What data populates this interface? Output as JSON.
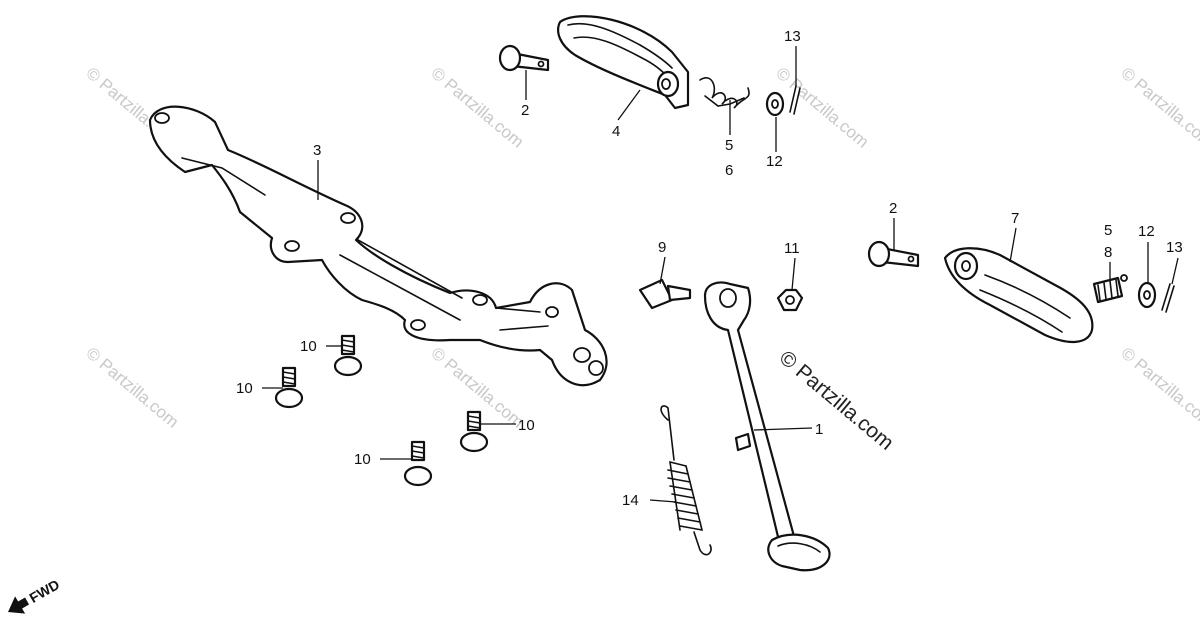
{
  "colors": {
    "ink": "#111111",
    "paper": "#ffffff",
    "watermark": "#c8c8c8"
  },
  "watermark": {
    "small": "© Partzilla.com",
    "main": "© Partzilla.com"
  },
  "direction_label": "FWD",
  "callouts": {
    "c1": "1",
    "c2a": "2",
    "c2b": "2",
    "c3": "3",
    "c4": "4",
    "c5a": "5",
    "c5b": "5",
    "c6": "6",
    "c7": "7",
    "c8": "8",
    "c9": "9",
    "c10a": "10",
    "c10b": "10",
    "c10c": "10",
    "c10d": "10",
    "c11": "11",
    "c12a": "12",
    "c12b": "12",
    "c13a": "13",
    "c13b": "13",
    "c14": "14"
  }
}
